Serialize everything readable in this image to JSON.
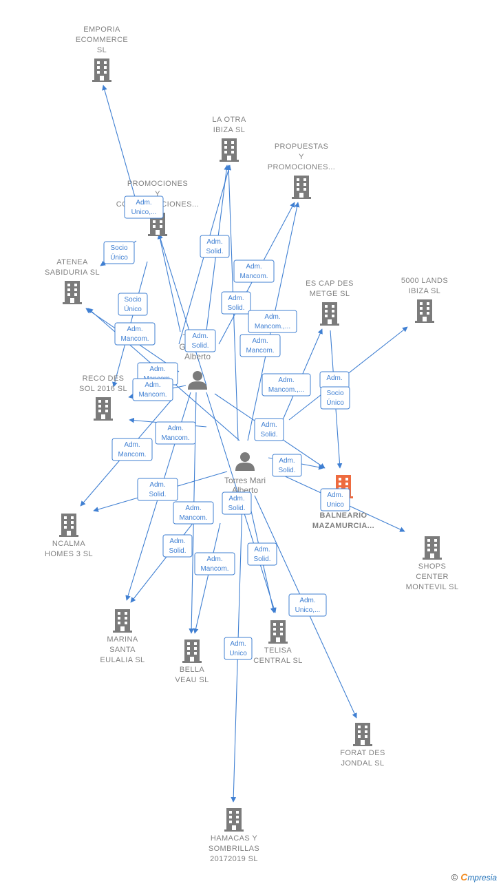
{
  "colors": {
    "edge": "#3f7fd2",
    "building": "#7b7b7b",
    "building_highlight": "#ee6b3f",
    "person": "#7b7b7b",
    "label": "#808080"
  },
  "companies": [
    {
      "id": "emporia",
      "lines": [
        "EMPORIA",
        "ECOMMERCE",
        "SL"
      ],
      "icon": "building-icon"
    },
    {
      "id": "laotra",
      "lines": [
        "LA OTRA",
        "IBIZA  SL"
      ],
      "icon": "building-icon"
    },
    {
      "id": "propuestas",
      "lines": [
        "PROPUESTAS",
        "Y",
        "PROMOCIONES..."
      ],
      "icon": "building-icon"
    },
    {
      "id": "promociones",
      "lines": [
        "PROMOCIONES",
        "Y",
        "CONSTRUCCIONES..."
      ],
      "icon": "building-icon"
    },
    {
      "id": "atenea",
      "lines": [
        "ATENEA",
        "SABIDURIA SL"
      ],
      "icon": "building-icon"
    },
    {
      "id": "escap",
      "lines": [
        "ES CAP DES",
        "METGE  SL"
      ],
      "icon": "building-icon"
    },
    {
      "id": "lands",
      "lines": [
        "5000 LANDS",
        "IBIZA  SL"
      ],
      "icon": "building-icon"
    },
    {
      "id": "reco",
      "lines": [
        "RECO DES",
        "SOL 2016   SL"
      ],
      "icon": "building-icon"
    },
    {
      "id": "balneario",
      "lines": [
        "OL",
        "BALNEARIO",
        "MAZAMURCIA..."
      ],
      "icon": "building-icon",
      "highlight": true
    },
    {
      "id": "ncalma",
      "lines": [
        "NCALMA",
        "HOMES 3  SL"
      ],
      "icon": "building-icon"
    },
    {
      "id": "shops",
      "lines": [
        "SHOPS",
        "CENTER",
        "MONTEVIL  SL"
      ],
      "icon": "building-icon"
    },
    {
      "id": "marina",
      "lines": [
        "MARINA",
        "SANTA",
        "EULALIA  SL"
      ],
      "icon": "building-icon"
    },
    {
      "id": "bella",
      "lines": [
        "BELLA",
        "VEAU SL"
      ],
      "icon": "building-icon"
    },
    {
      "id": "telisa",
      "lines": [
        "TELISA",
        "CENTRAL  SL"
      ],
      "icon": "building-icon"
    },
    {
      "id": "forat",
      "lines": [
        "FORAT DES",
        "JONDAL  SL"
      ],
      "icon": "building-icon"
    },
    {
      "id": "hamacas",
      "lines": [
        "HAMACAS Y",
        "SOMBRILLAS",
        "20172019  SL"
      ],
      "icon": "building-icon"
    }
  ],
  "persons": [
    {
      "id": "p1",
      "lines": [
        "T",
        "G",
        "Alberto"
      ],
      "icon": "person-icon"
    },
    {
      "id": "p2",
      "lines": [
        "Torres Mari",
        "Alberto"
      ],
      "icon": "person-icon"
    }
  ],
  "relation_labels": [
    {
      "id": "r1",
      "lines": [
        "Adm.",
        "Unico,..."
      ]
    },
    {
      "id": "r2",
      "lines": [
        "Socio",
        "Único"
      ]
    },
    {
      "id": "r3",
      "lines": [
        "Socio",
        "Único"
      ]
    },
    {
      "id": "r4",
      "lines": [
        "Adm.",
        "Solid."
      ]
    },
    {
      "id": "r5",
      "lines": [
        "Adm.",
        "Mancom."
      ]
    },
    {
      "id": "r6",
      "lines": [
        "Adm.",
        "Solid."
      ]
    },
    {
      "id": "r7",
      "lines": [
        "Adm.",
        "Mancom.,..."
      ]
    },
    {
      "id": "r8",
      "lines": [
        "Adm.",
        "Mancom."
      ]
    },
    {
      "id": "r9",
      "lines": [
        "Adm.",
        "Solid."
      ]
    },
    {
      "id": "r10",
      "lines": [
        "Adm.",
        "Mancom."
      ]
    },
    {
      "id": "r11",
      "lines": [
        "Adm.",
        "Mancom."
      ]
    },
    {
      "id": "r12",
      "lines": [
        "Adm.",
        "Mancom.,..."
      ]
    },
    {
      "id": "r13",
      "lines": [
        "Adm.",
        ""
      ]
    },
    {
      "id": "r14",
      "lines": [
        "Socio",
        "Único"
      ]
    },
    {
      "id": "r15",
      "lines": [
        "Adm.",
        "Mancom."
      ]
    },
    {
      "id": "r16",
      "lines": [
        "Adm.",
        "Solid."
      ]
    },
    {
      "id": "r17",
      "lines": [
        "Adm.",
        "Mancom."
      ]
    },
    {
      "id": "r18",
      "lines": [
        "Adm.",
        "Solid."
      ]
    },
    {
      "id": "r19",
      "lines": [
        "Adm.",
        "Mancom."
      ]
    },
    {
      "id": "r20",
      "lines": [
        "Adm.",
        "Solid."
      ]
    },
    {
      "id": "r21",
      "lines": [
        "Adm.",
        "Unico"
      ]
    },
    {
      "id": "r22",
      "lines": [
        "Adm.",
        "Mancom."
      ]
    },
    {
      "id": "r23",
      "lines": [
        "Adm.",
        "Solid."
      ]
    },
    {
      "id": "r24",
      "lines": [
        "Adm.",
        "Solid."
      ]
    },
    {
      "id": "r25",
      "lines": [
        "Adm.",
        "Mancom."
      ]
    },
    {
      "id": "r26",
      "lines": [
        "Adm.",
        "Solid."
      ]
    },
    {
      "id": "r27",
      "lines": [
        "Adm.",
        "Unico,..."
      ]
    },
    {
      "id": "r28",
      "lines": [
        "Adm.",
        "Unico"
      ]
    }
  ],
  "footer": {
    "copyright_symbol": "©",
    "brand_first": "C",
    "brand_rest": "mpresia"
  }
}
